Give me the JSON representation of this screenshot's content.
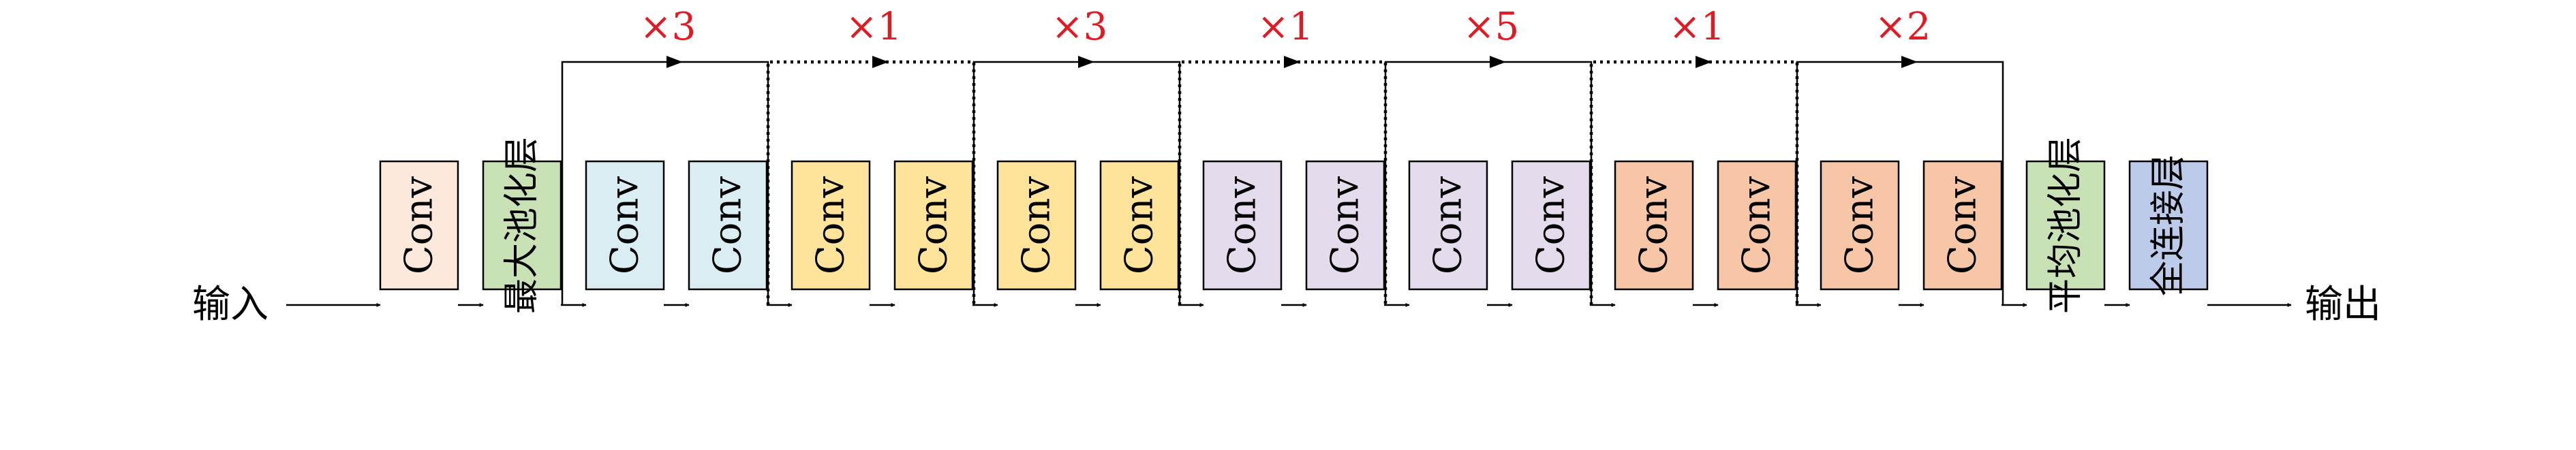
{
  "diagram": {
    "input_label": "输入",
    "output_label": "输出",
    "colors": {
      "peach": "#fde9dc",
      "green": "#c8e2b5",
      "blue": "#d9edf3",
      "yellow": "#fde49a",
      "purple": "#e4dced",
      "orange": "#f6c6a7",
      "navy": "#bccbea",
      "stroke": "#000000",
      "repeat": "#e01b24"
    },
    "blocks": [
      {
        "label": "Conv",
        "color": "peach"
      },
      {
        "label": "最大池化层",
        "color": "green"
      },
      {
        "label": "Conv",
        "color": "blue"
      },
      {
        "label": "Conv",
        "color": "blue"
      },
      {
        "label": "Conv",
        "color": "yellow"
      },
      {
        "label": "Conv",
        "color": "yellow"
      },
      {
        "label": "Conv",
        "color": "yellow"
      },
      {
        "label": "Conv",
        "color": "yellow"
      },
      {
        "label": "Conv",
        "color": "purple"
      },
      {
        "label": "Conv",
        "color": "purple"
      },
      {
        "label": "Conv",
        "color": "purple"
      },
      {
        "label": "Conv",
        "color": "purple"
      },
      {
        "label": "Conv",
        "color": "orange"
      },
      {
        "label": "Conv",
        "color": "orange"
      },
      {
        "label": "Conv",
        "color": "orange"
      },
      {
        "label": "Conv",
        "color": "orange"
      },
      {
        "label": "平均池化层",
        "color": "green"
      },
      {
        "label": "全连接层",
        "color": "navy"
      }
    ],
    "skips": [
      {
        "label": "×3",
        "dashed": false
      },
      {
        "label": "×1",
        "dashed": true
      },
      {
        "label": "×3",
        "dashed": false
      },
      {
        "label": "×1",
        "dashed": true
      },
      {
        "label": "×5",
        "dashed": false
      },
      {
        "label": "×1",
        "dashed": true
      },
      {
        "label": "×2",
        "dashed": false
      }
    ]
  }
}
